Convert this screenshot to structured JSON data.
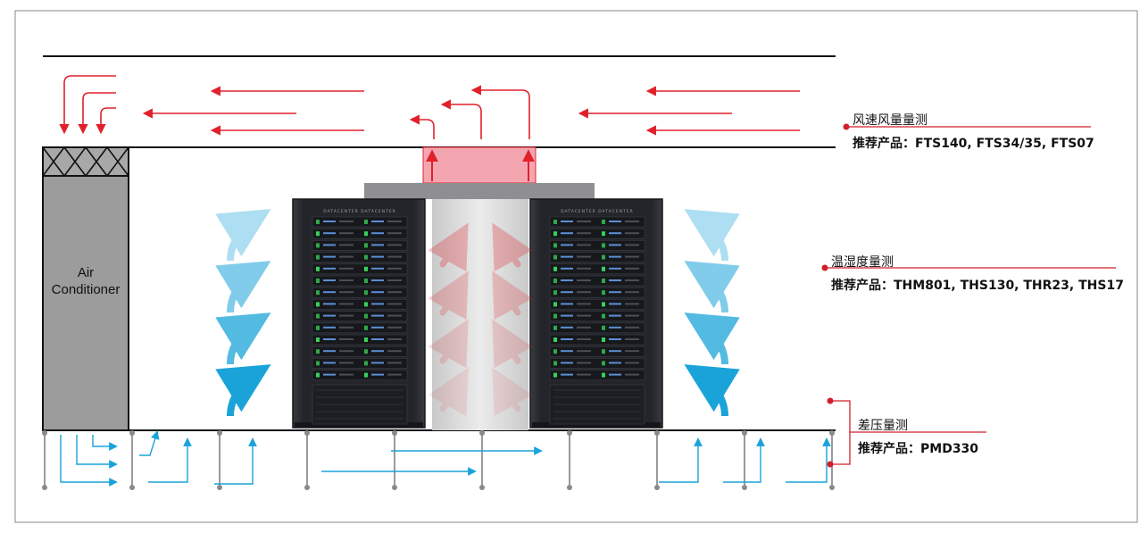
{
  "air_conditioner": {
    "line1": "Air",
    "line2": "Conditioner"
  },
  "rack_brand": "DATACENTER",
  "callouts": [
    {
      "title": "风速风量量测",
      "products": "推荐产品：FTS140, FTS34/35, FTS07"
    },
    {
      "title": "温湿度量测",
      "products": "推荐产品：THM801, THS130, THR23, THS17"
    },
    {
      "title": "差压量测",
      "products": "推荐产品：PMD330"
    }
  ],
  "colors": {
    "hot_air": "#e0212b",
    "cold_air": "#1aa3d9",
    "callout_line": "#d11f2a",
    "hot_duct": "#f4a6b0",
    "ac_unit": "#9c9c9c",
    "rack": "#2b2d33"
  },
  "icons": {
    "hot-airflow-arrow": "red arrow",
    "cold-airflow-arrow": "blue arrow"
  }
}
